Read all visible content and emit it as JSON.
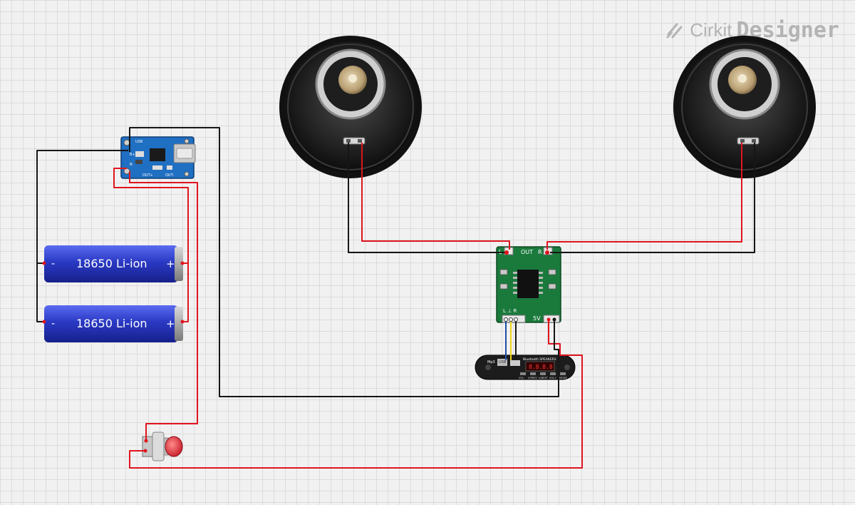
{
  "app": {
    "brand": "Cirkit",
    "product": "Designer"
  },
  "components": {
    "charger": {
      "labels": [
        "USB",
        "B+",
        "B-",
        "OUT+",
        "OUT-"
      ]
    },
    "battery_1": {
      "label": "18650 Li-ion",
      "minus": "-",
      "plus": "+"
    },
    "battery_2": {
      "label": "18650 Li-ion",
      "minus": "-",
      "plus": "+"
    },
    "amplifier": {
      "label_top_left": "L",
      "label_out": "OUT",
      "label_top_right": "R",
      "label_5v": "5V",
      "label_bottom": "L ⊥ R"
    },
    "bt_module": {
      "title": "Bluetooth SPEAKERS",
      "mp3": "Mp3",
      "usb": "USB",
      "display": "8.8.8.8",
      "button_labels": [
        "VOL-",
        "V/PREV",
        "V/NEXT",
        "VOL+",
        "MODE"
      ]
    }
  },
  "colors": {
    "wire_red": "#e0141e",
    "wire_black": "#161616",
    "wire_blue": "#1f4fa8",
    "wire_yellow": "#f0d41c",
    "battery_blue": "#2f3ec9",
    "pcb_green": "#1a7a3c",
    "charger_blue": "#1f6fc2"
  }
}
